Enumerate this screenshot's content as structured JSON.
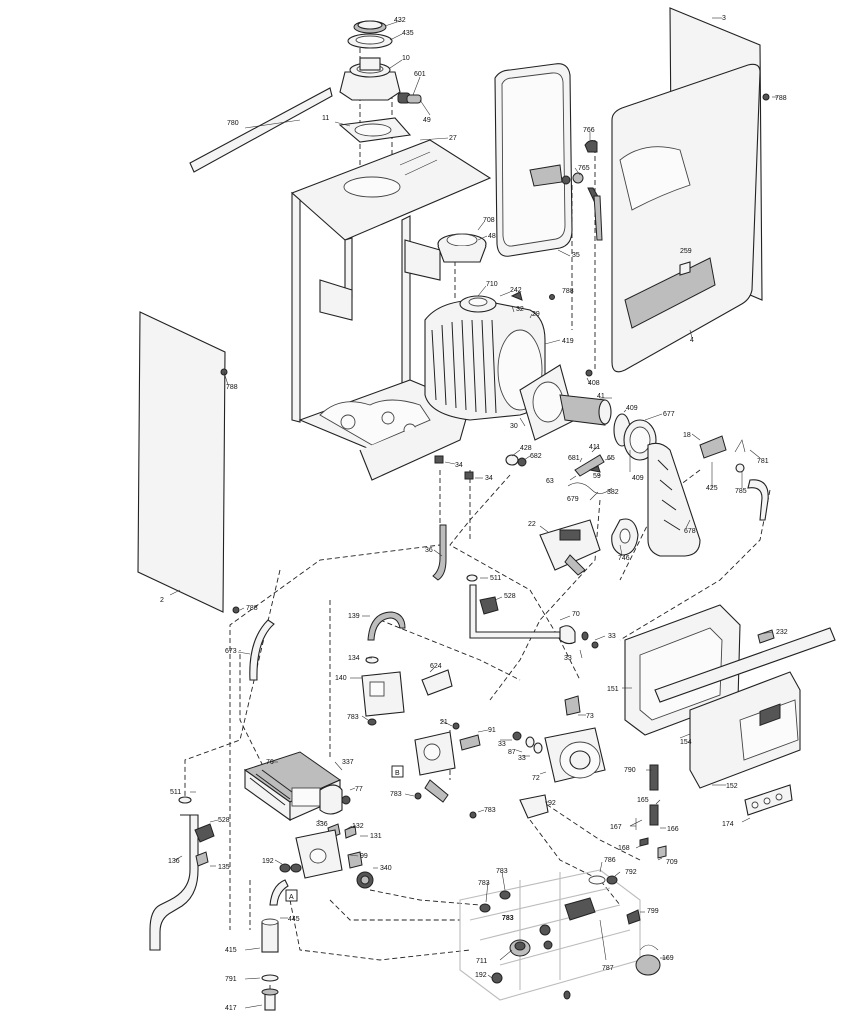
{
  "labels": {
    "l432": "432",
    "l435": "435",
    "l10": "10",
    "l601": "601",
    "l49": "49",
    "l780": "780",
    "l11": "11",
    "l27": "27",
    "l3": "3",
    "l788a": "788",
    "l766": "766",
    "l765": "765",
    "l708": "708",
    "l48": "48",
    "l35": "35",
    "l259": "259",
    "l710": "710",
    "l242": "242",
    "l788b": "788",
    "l32": "32",
    "l29": "29",
    "l419": "419",
    "l4": "4",
    "l788c": "788",
    "l408": "408",
    "l41": "41",
    "l409a": "409",
    "l677": "677",
    "l30": "30",
    "l409b": "409",
    "l428": "428",
    "l682": "682",
    "l681": "681",
    "l411": "411",
    "l65": "65",
    "l18": "18",
    "l781": "781",
    "l63": "63",
    "l59": "59",
    "l425": "425",
    "l785": "785",
    "l34a": "34",
    "l34b": "34",
    "l679": "679",
    "l382": "382",
    "l22": "22",
    "l678": "678",
    "l746": "746",
    "l36": "36",
    "l511a": "511",
    "l528a": "528",
    "l2": "2",
    "l788d": "788",
    "l139": "139",
    "l70": "70",
    "l33a": "33",
    "l33b": "33",
    "l232": "232",
    "l673": "673",
    "l134": "134",
    "l624": "624",
    "l140": "140",
    "l151": "151",
    "l783a": "783",
    "l21": "21",
    "l73": "73",
    "l91": "91",
    "l33c": "33",
    "l87": "87",
    "l33d": "33",
    "l154": "154",
    "l72": "72",
    "l76": "76",
    "l337": "337",
    "l790": "790",
    "l152": "152",
    "l77": "77",
    "l783b": "783",
    "l511b": "511",
    "l528b": "528",
    "l336": "336",
    "l783c": "783",
    "l92": "92",
    "l165": "165",
    "l174": "174",
    "l167": "167",
    "l166": "166",
    "l132": "132",
    "l131": "131",
    "l168": "168",
    "l136": "136",
    "l135": "135",
    "l192a": "192",
    "l99": "99",
    "l709": "709",
    "l786": "786",
    "l340": "340",
    "l792": "792",
    "l783d": "783",
    "l445": "445",
    "l783e": "783",
    "l799": "799",
    "l415": "415",
    "l711": "711",
    "l787": "787",
    "l169": "169",
    "l791": "791",
    "l192b": "192",
    "l417": "417",
    "boxA": "A",
    "boxB": "B"
  }
}
